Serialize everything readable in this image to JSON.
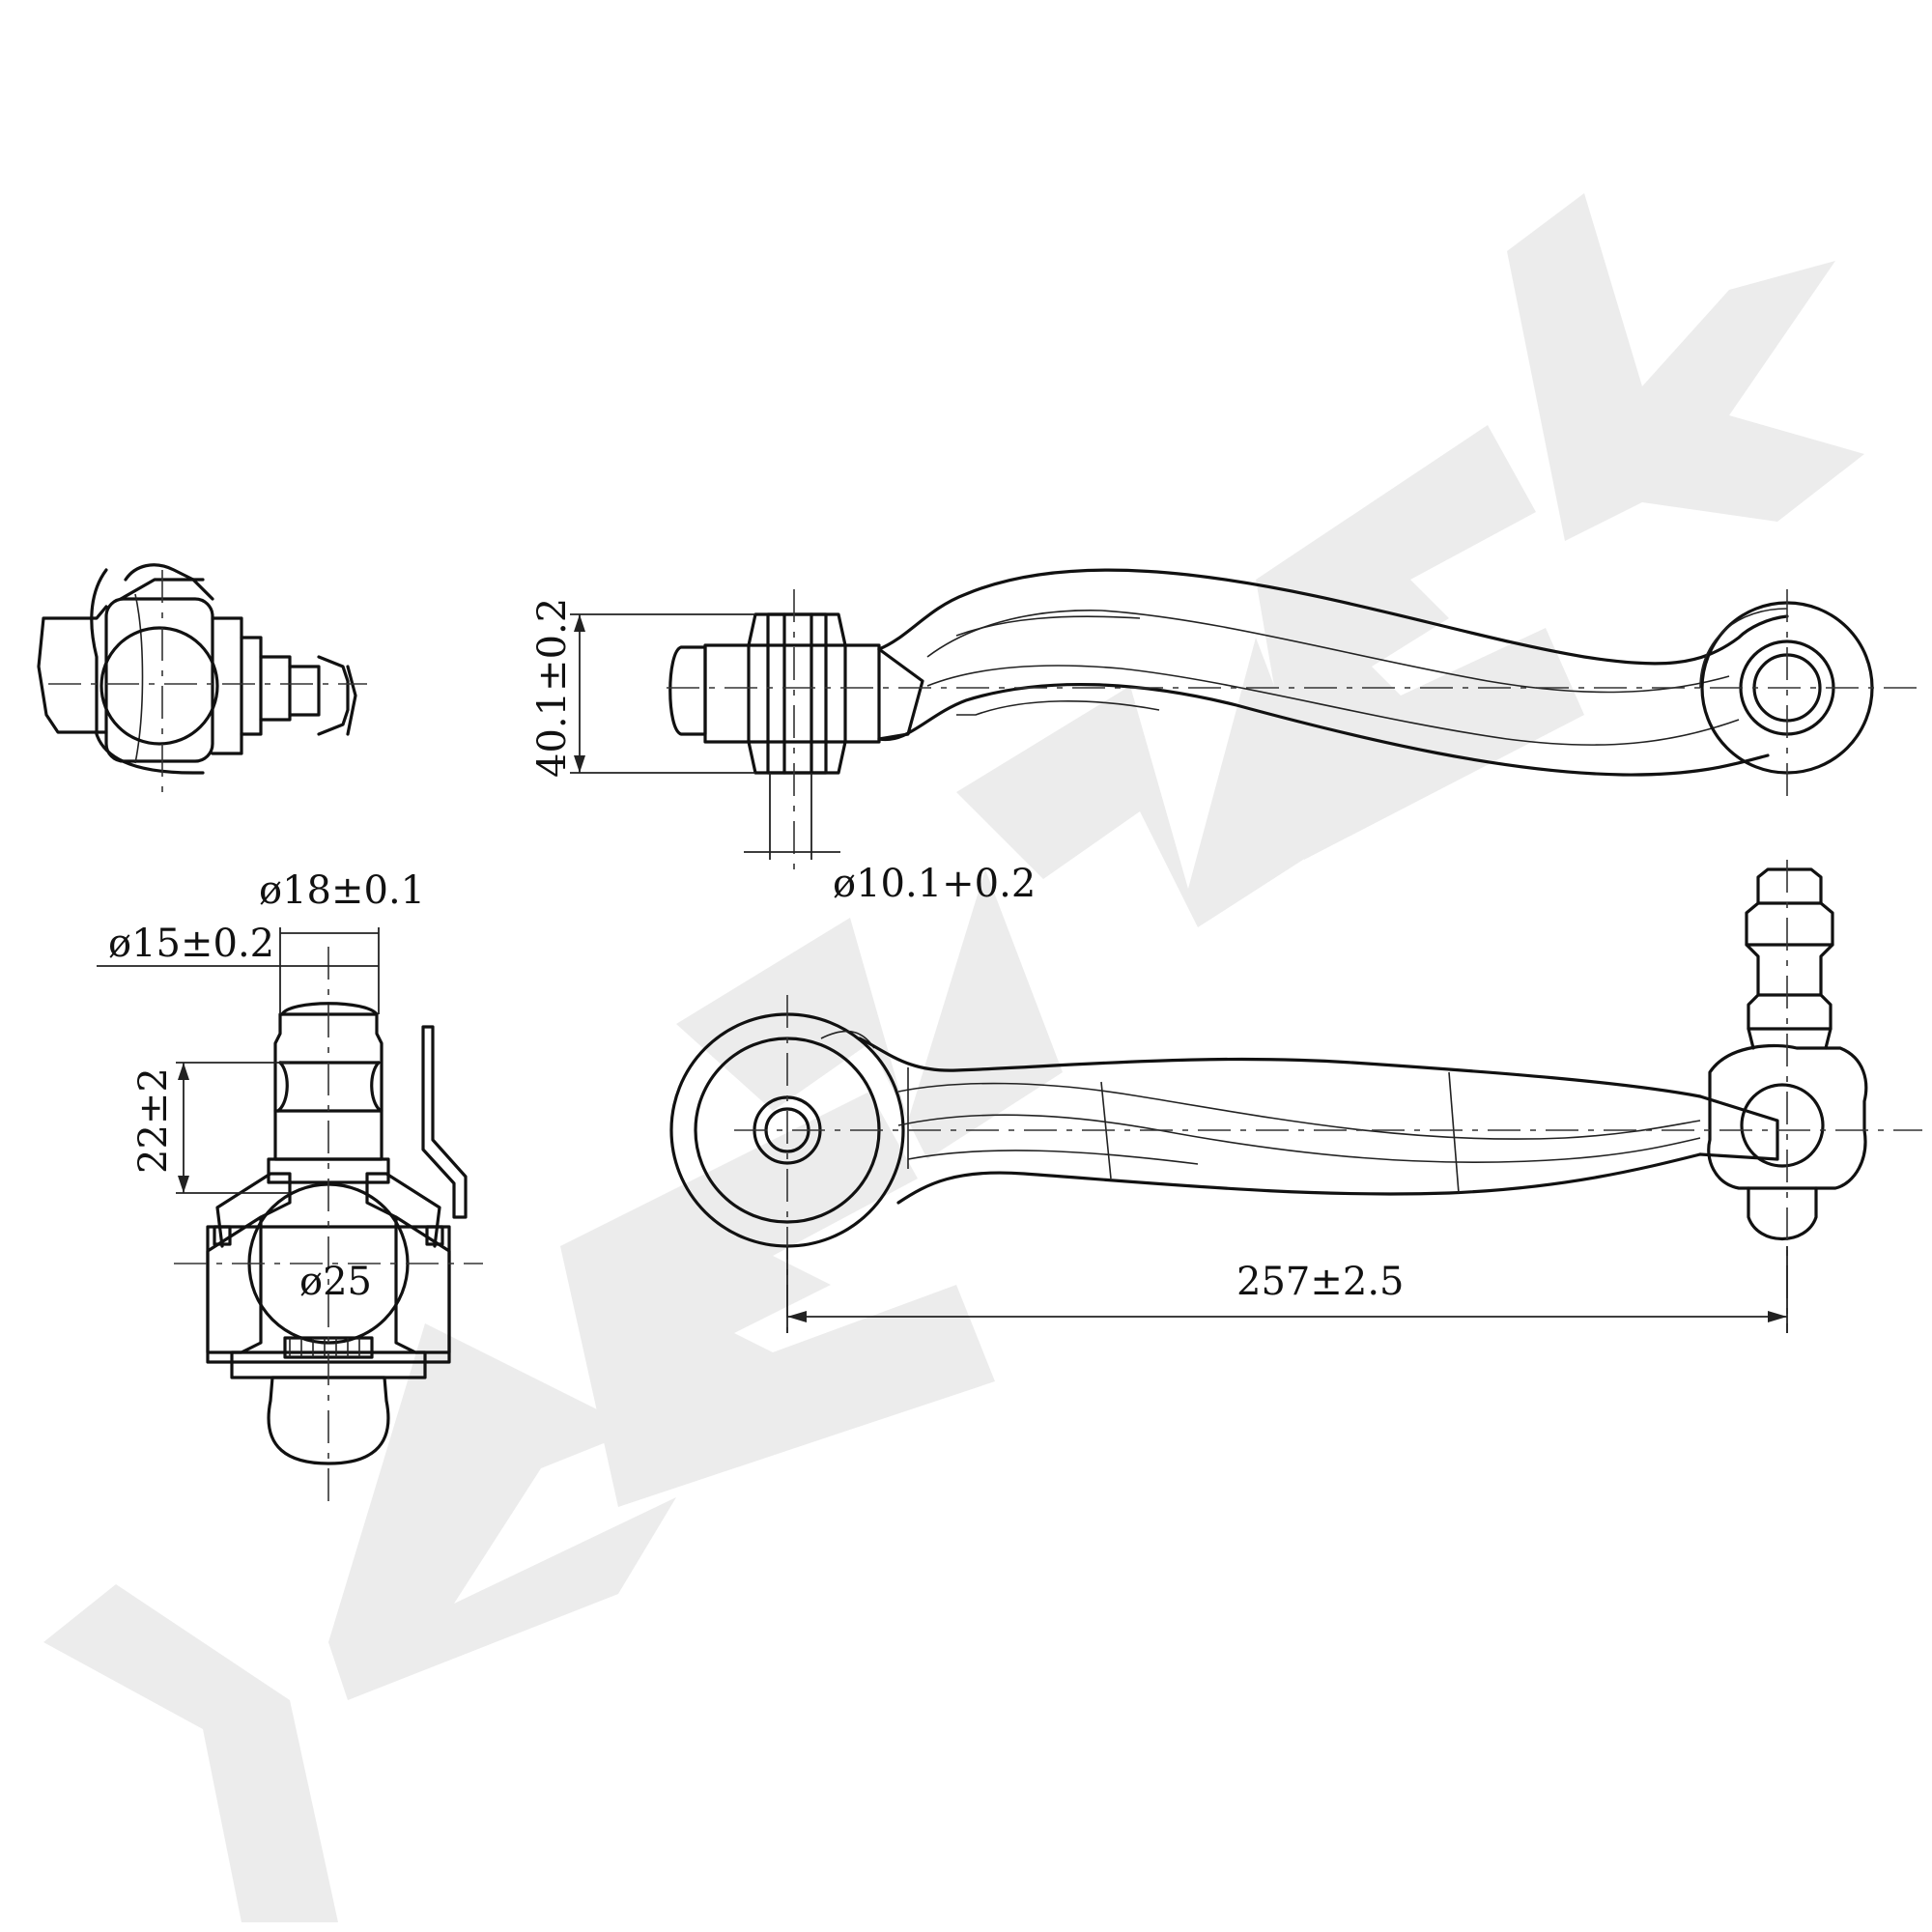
{
  "watermark": {
    "text": "ZENNEK",
    "color": "#ececec"
  },
  "line_color": "#111111",
  "dimensions": {
    "thickness": "40.1±0.2",
    "bore": "ø10.1+0.2",
    "stud_outer": "ø18±0.1",
    "stud_inner": "ø15±0.2",
    "stud_height": "22±2",
    "ball": "ø25",
    "length": "257±2.5"
  }
}
